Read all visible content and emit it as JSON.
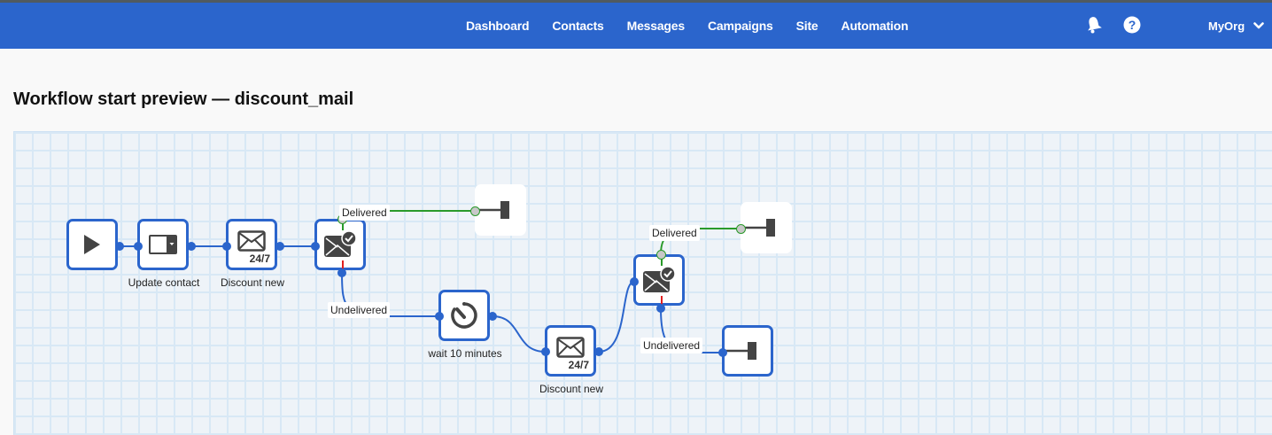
{
  "navbar": {
    "links": [
      "Dashboard",
      "Contacts",
      "Messages",
      "Campaigns",
      "Site",
      "Automation"
    ],
    "icons": [
      "bell-icon",
      "help-icon"
    ],
    "org_name": "MyOrg",
    "brand_color": "#2b65cc"
  },
  "page": {
    "title": "Workflow start preview — discount_mail"
  },
  "workflow": {
    "nodes": {
      "start": {
        "icon": "play-icon",
        "label": ""
      },
      "update_contact": {
        "icon": "update-contact-icon",
        "label": "Update contact"
      },
      "discount_new_1": {
        "icon": "mail-icon",
        "label": "Discount new",
        "badge": "24/7"
      },
      "delivery_check_1": {
        "icon": "mail-check-icon",
        "label": ""
      },
      "end_1": {
        "icon": "end-icon",
        "label": ""
      },
      "wait": {
        "icon": "timer-icon",
        "label": "wait 10 minutes"
      },
      "discount_new_2": {
        "icon": "mail-icon",
        "label": "Discount new",
        "badge": "24/7"
      },
      "delivery_check_2": {
        "icon": "mail-check-icon",
        "label": ""
      },
      "end_2": {
        "icon": "end-icon",
        "label": ""
      },
      "end_3": {
        "icon": "end-icon",
        "label": ""
      }
    },
    "edge_labels": {
      "delivered_1": "Delivered",
      "undelivered_1": "Undelivered",
      "delivered_2": "Delivered",
      "undelivered_2": "Undelivered"
    },
    "colors": {
      "edge": "#2b65cc",
      "delivered": "#2a9a2a",
      "undelivered": "#e02020"
    }
  }
}
